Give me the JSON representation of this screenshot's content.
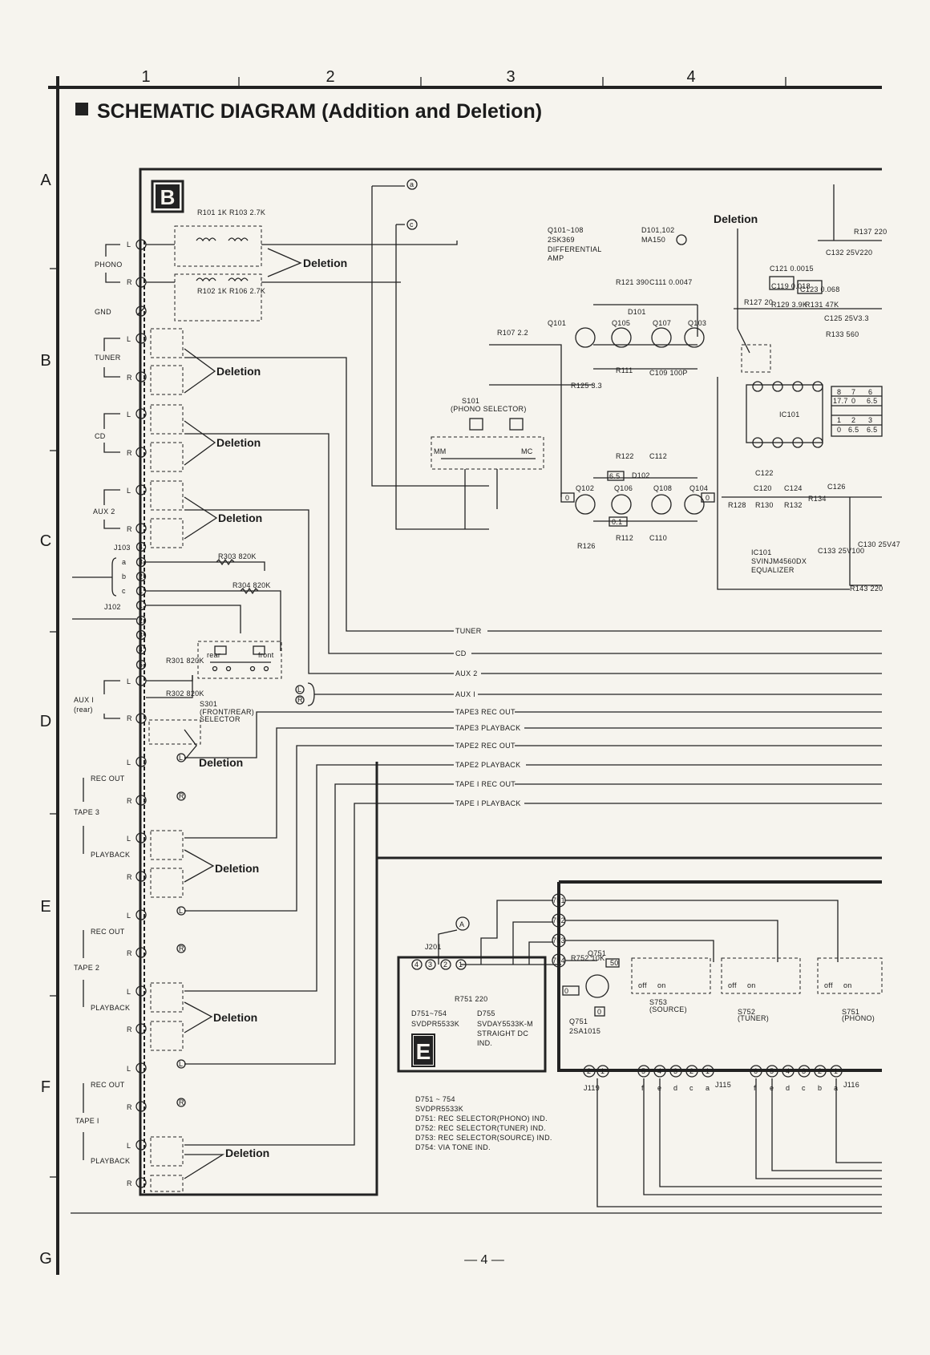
{
  "title": "SCHEMATIC DIAGRAM (Addition and Deletion)",
  "column_numbers": [
    "1",
    "2",
    "3",
    "4"
  ],
  "row_letters": [
    "A",
    "B",
    "C",
    "D",
    "E",
    "F",
    "G"
  ],
  "block_labels": [
    "B",
    "E"
  ],
  "page_number": "— 4 —",
  "deletion_label": "Deletion",
  "inputs": {
    "phono": "PHONO",
    "gnd": "GND",
    "tuner": "TUNER",
    "cd": "CD",
    "aux2": "AUX 2",
    "aux1": "AUX I",
    "aux1_sub": "(rear)",
    "tape3": "TAPE 3",
    "tape2": "TAPE 2",
    "tape1": "TAPE I",
    "rec_out": "REC OUT",
    "playback": "PLAYBACK",
    "left": "L",
    "right": "R"
  },
  "jacks": {
    "j103": "J103",
    "j102": "J102",
    "j201": "J201",
    "j119": "J119",
    "j115": "J115",
    "j116": "J116"
  },
  "bus_lines": [
    "TUNER",
    "CD",
    "AUX 2",
    "AUX I",
    "TAPE3 REC OUT",
    "TAPE3 PLAYBACK",
    "TAPE2 REC OUT",
    "TAPE2 PLAYBACK",
    "TAPE I REC OUT",
    "TAPE I PLAYBACK"
  ],
  "components": {
    "q101_108": "Q101~108",
    "q101_part": "2SK369",
    "q101_desc1": "DIFFERENTIAL",
    "q101_desc2": "AMP",
    "d101_102": "D101,102",
    "d101_part": "MA150",
    "s101": "S101",
    "s101_desc": "(PHONO SELECTOR)",
    "ic101": "IC101",
    "ic101_part": "SVINJM4560DX",
    "ic101_desc": "EQUALIZER",
    "s301": "S301",
    "s301_desc1": "(FRONT/REAR)",
    "s301_desc2": "SELECTOR",
    "q751": "Q751",
    "q751_part": "2SA1015",
    "d751_754_a": "D751~754",
    "d751_754_a_part": "SVDPR5533K",
    "d755": "D755",
    "d755_part": "SVDAY5533K-M",
    "d755_desc1": "STRAIGHT DC",
    "d755_desc2": "IND.",
    "s753": "S753",
    "s753_desc": "(SOURCE)",
    "s752": "S752",
    "s752_desc": "(TUNER)",
    "s751": "S751",
    "s751_desc": "(PHONO)"
  },
  "notes": [
    "D751 ~ 754",
    "SVDPR5533K",
    "D751: REC SELECTOR(PHONO) IND.",
    "D752: REC SELECTOR(TUNER) IND.",
    "D753: REC SELECTOR(SOURCE) IND.",
    "D754: VIA TONE IND."
  ],
  "resistors": {
    "r101": "R101 1K",
    "r103": "R103 2.7K",
    "r102": "R102 1K",
    "r104": "R106 2.7K",
    "r303": "R303 820K",
    "r304": "R304 820K",
    "r301": "R301 820K",
    "r302": "R302 820K",
    "r107": "R107 2.2",
    "r121": "R121 390",
    "r111": "R111",
    "r122": "R122",
    "r112": "R112",
    "r125": "R125 3.3",
    "r126": "R126",
    "r127": "R127 20",
    "r129": "R129 3.9K",
    "r131": "R131 47K",
    "r133": "R133 560",
    "r137": "R137 220",
    "r128": "R128",
    "r130": "R130",
    "r132": "R132",
    "r134": "R134",
    "r143": "R143 220",
    "r751": "R751 220",
    "r752": "R752 10K"
  },
  "capacitors": {
    "c111": "C111 0.0047",
    "c109": "C109 100P",
    "c112": "C112",
    "c110": "C110",
    "c121": "C121 0.0015",
    "c119": "C119 0.018",
    "c123": "C123 0.068",
    "c125": "C125 25V3.3",
    "c122": "C122",
    "c120": "C120",
    "c124": "C124",
    "c126": "C126",
    "c130": "C130 25V47",
    "c132": "C132 25V220",
    "c133": "C133 25V100"
  },
  "pin_table": {
    "row1": [
      "8",
      "7",
      "6"
    ],
    "row2": [
      "17.7",
      "0",
      "6.5"
    ],
    "row3": [
      "1",
      "2",
      "3"
    ],
    "row4": [
      "0",
      "6.5",
      "6.5"
    ]
  },
  "switch_labels": {
    "rear": "rear",
    "front": "front",
    "off": "off",
    "on": "on",
    "mm": "MM",
    "mc": "MC"
  },
  "voltages": [
    "0",
    "6.5",
    "0.1",
    "0",
    "50",
    "0",
    "0"
  ],
  "j103_pins": [
    "4",
    "3",
    "2",
    "1"
  ],
  "j103_letters": [
    "a",
    "b",
    "c"
  ],
  "j102_pins": [
    "1",
    "2",
    "3",
    "4",
    "5"
  ],
  "j201_pins": [
    "4",
    "3",
    "2",
    "1"
  ],
  "bus_nodes": [
    "751",
    "752",
    "753",
    "754"
  ],
  "j119_pins": [
    "2",
    "1"
  ],
  "j115_pins": [
    "5",
    "4",
    "3",
    "2",
    "1"
  ],
  "j115_letters": [
    "f",
    "e",
    "d",
    "c",
    "a"
  ],
  "j116_pins": [
    "6",
    "5",
    "4",
    "3",
    "2",
    "1"
  ],
  "j116_letters": [
    "f",
    "e",
    "d",
    "c",
    "b",
    "a"
  ],
  "circle_markers": [
    "a",
    "c",
    "A"
  ],
  "channel_markers": [
    "L",
    "R"
  ],
  "transistor_labels": [
    "Q101",
    "Q105",
    "Q107",
    "Q103",
    "Q102",
    "Q106",
    "Q108",
    "Q104"
  ],
  "diode_labels": [
    "D101",
    "D102"
  ]
}
